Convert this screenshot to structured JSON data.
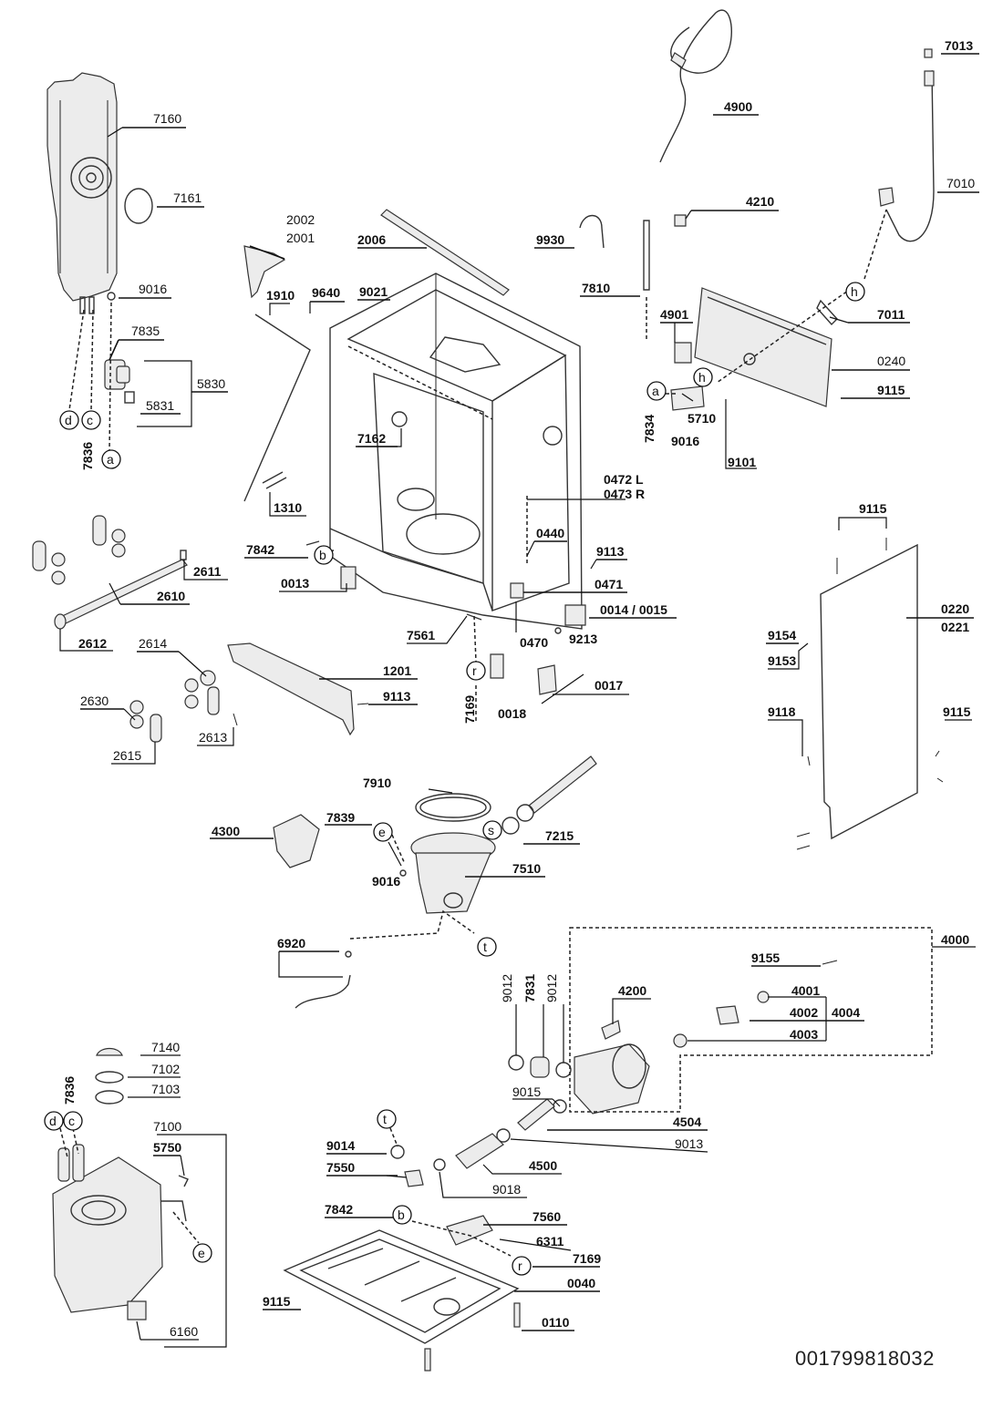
{
  "document_number": "001799818032",
  "labels": {
    "l7160": "7160",
    "l7161": "7161",
    "l9016a": "9016",
    "l7835": "7835",
    "l5830": "5830",
    "l5831": "5831",
    "l7836a": "7836",
    "l2002": "2002",
    "l2001": "2001",
    "l2006": "2006",
    "l1910": "1910",
    "l9640": "9640",
    "l9021": "9021",
    "l7162": "7162",
    "l1310": "1310",
    "l7842a": "7842",
    "l0013": "0013",
    "l2611": "2611",
    "l2610": "2610",
    "l2612": "2612",
    "l2614": "2614",
    "l1201": "1201",
    "l9113a": "9113",
    "l2630": "2630",
    "l2613": "2613",
    "l2615": "2615",
    "l4900": "4900",
    "l7013": "7013",
    "l7010": "7010",
    "l4210": "4210",
    "l9930": "9930",
    "l7810": "7810",
    "l4901": "4901",
    "l7011": "7011",
    "l0240": "0240",
    "l9115a": "9115",
    "l7834": "7834",
    "l5710": "5710",
    "l9016b": "9016",
    "l9101": "9101",
    "l0472": "0472 L",
    "l0473": "0473 R",
    "l0440": "0440",
    "l9113b": "9113",
    "l0471": "0471",
    "l0014": "0014 / 0015",
    "l7561": "7561",
    "l0470": "0470",
    "l9213": "9213",
    "l7169a": "7169",
    "l0017": "0017",
    "l0018": "0018",
    "l9115b": "9115",
    "l0220": "0220",
    "l0221": "0221",
    "l9154": "9154",
    "l9153": "9153",
    "l9118": "9118",
    "l9115c": "9115",
    "l7910": "7910",
    "l7839": "7839",
    "l4300": "4300",
    "l7215": "7215",
    "l9016c": "9016",
    "l7510": "7510",
    "l6920": "6920",
    "l4000": "4000",
    "l9155": "9155",
    "l4001": "4001",
    "l4002": "4002",
    "l4004": "4004",
    "l4003": "4003",
    "l4200": "4200",
    "l9012a": "9012",
    "l7831": "7831",
    "l9012b": "9012",
    "l9015": "9015",
    "l4504": "4504",
    "l9013": "9013",
    "l7140": "7140",
    "l7102": "7102",
    "l7103": "7103",
    "l7836b": "7836",
    "l7100": "7100",
    "l5750": "5750",
    "l6160": "6160",
    "l9014": "9014",
    "l7550": "7550",
    "l4500": "4500",
    "l9018": "9018",
    "l7842b": "7842",
    "l7560": "7560",
    "l6311": "6311",
    "l7169b": "7169",
    "l0040": "0040",
    "l9115d": "9115",
    "l0110": "0110"
  },
  "callouts": {
    "a": "a",
    "b": "b",
    "c": "c",
    "d": "d",
    "e": "e",
    "h": "h",
    "r": "r",
    "s": "s",
    "t": "t"
  }
}
